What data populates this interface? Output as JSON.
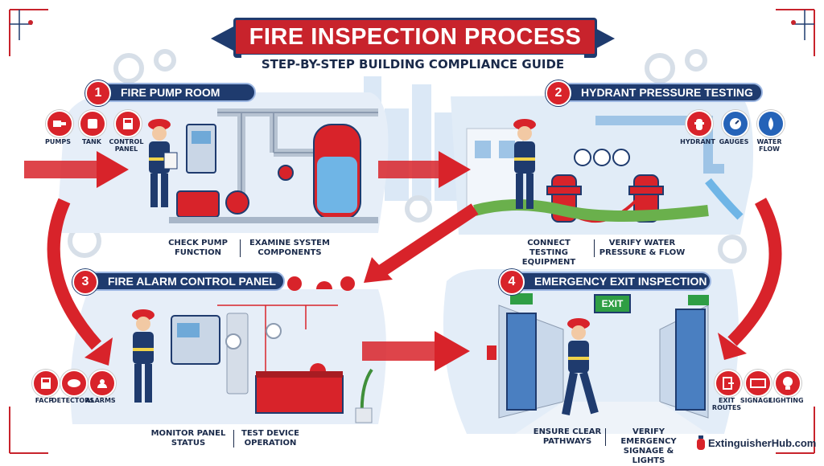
{
  "title": "FIRE INSPECTION PROCESS",
  "subtitle": "STEP-BY-STEP BUILDING COMPLIANCE GUIDE",
  "steps": [
    {
      "number": "1",
      "title": "FIRE PUMP ROOM",
      "icons": [
        {
          "label": "PUMPS",
          "icon": "pump-icon"
        },
        {
          "label": "TANK",
          "icon": "tank-icon"
        },
        {
          "label": "CONTROL PANEL",
          "icon": "control-panel-icon"
        }
      ],
      "captions": [
        "CHECK PUMP FUNCTION",
        "EXAMINE SYSTEM COMPONENTS"
      ]
    },
    {
      "number": "2",
      "title": "HYDRANT PRESSURE TESTING",
      "icons": [
        {
          "label": "HYDRANT",
          "icon": "hydrant-icon"
        },
        {
          "label": "GAUGES",
          "icon": "gauge-icon"
        },
        {
          "label": "WATER FLOW",
          "icon": "water-drop-icon"
        }
      ],
      "captions": [
        "CONNECT TESTING EQUIPMENT",
        "VERIFY WATER PRESSURE & FLOW"
      ]
    },
    {
      "number": "3",
      "title": "FIRE ALARM CONTROL PANEL",
      "icons": [
        {
          "label": "FACP",
          "icon": "facp-icon"
        },
        {
          "label": "DETECTORS",
          "icon": "detector-icon"
        },
        {
          "label": "ALARMS",
          "icon": "alarm-icon"
        }
      ],
      "captions": [
        "MONITOR PANEL STATUS",
        "TEST DEVICE OPERATION"
      ]
    },
    {
      "number": "4",
      "title": "EMERGENCY EXIT INSPECTION",
      "icons": [
        {
          "label": "EXIT ROUTES",
          "icon": "exit-route-icon"
        },
        {
          "label": "SIGNAGE",
          "icon": "exit-sign-icon"
        },
        {
          "label": "LIGHTING",
          "icon": "light-bulb-icon"
        }
      ],
      "captions": [
        "ENSURE CLEAR PATHWAYS",
        "VERIFY EMERGENCY SIGNAGE & LIGHTS"
      ]
    }
  ],
  "scene_labels": {
    "exit_sign": "EXIT"
  },
  "brand": "ExtinguisherHub.com",
  "colors": {
    "red": "#d8232a",
    "navy": "#1f3b6e",
    "sky": "#dbe8f6",
    "blue": "#2563b8"
  }
}
